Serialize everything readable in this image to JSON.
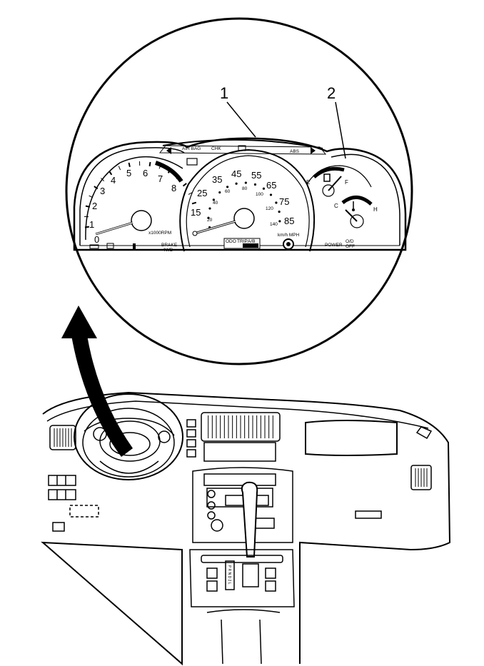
{
  "callouts": {
    "one": "1",
    "two": "2"
  },
  "tachometer": {
    "ticks": [
      "0",
      "1",
      "2",
      "3",
      "4",
      "5",
      "6",
      "7",
      "8"
    ],
    "unit": "x1000RPM",
    "brake_label": "BRAKE",
    "brake_sub": "4WD"
  },
  "speedometer": {
    "mph_ticks": [
      "15",
      "25",
      "35",
      "45",
      "55",
      "65",
      "75",
      "85"
    ],
    "kmh_ticks": [
      "20",
      "40",
      "60",
      "80",
      "100",
      "120",
      "140"
    ],
    "unit": "km/h MPH",
    "odometer": [
      "ODO",
      "TRIP",
      "A/B"
    ]
  },
  "indicators": {
    "airbag": "AIR BAG",
    "service": "CHK",
    "abs": "ABS"
  },
  "fuel_gauge": {
    "empty": "E",
    "full": "F"
  },
  "temp_gauge": {
    "cold": "C",
    "hot": "H"
  },
  "bottom_labels": {
    "power": "POWER",
    "od_off_1": "O/D",
    "od_off_2": "OFF"
  },
  "shift_pattern": "P R N D 2 L"
}
